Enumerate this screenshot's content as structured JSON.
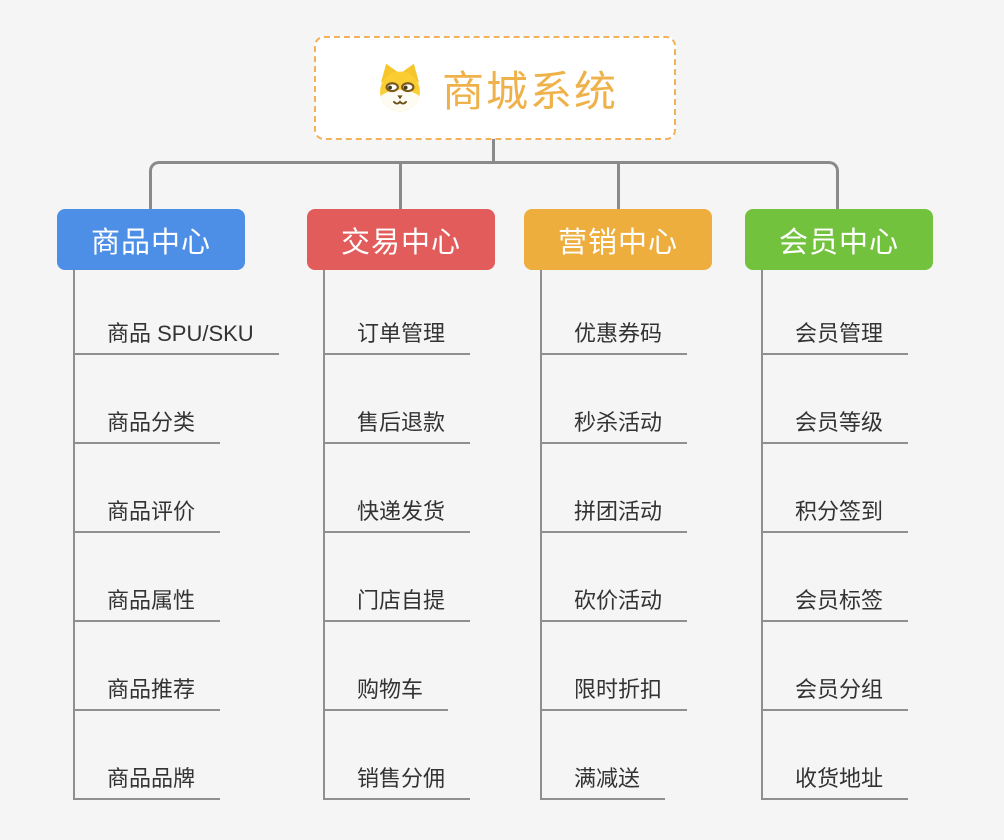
{
  "root": {
    "title": "商城系统",
    "icon": "dog-icon"
  },
  "branches": [
    {
      "key": "product-center",
      "label": "商品中心",
      "color": "#4D8FE6",
      "children": [
        "商品 SPU/SKU",
        "商品分类",
        "商品评价",
        "商品属性",
        "商品推荐",
        "商品品牌"
      ]
    },
    {
      "key": "trade-center",
      "label": "交易中心",
      "color": "#E25C5C",
      "children": [
        "订单管理",
        "售后退款",
        "快递发货",
        "门店自提",
        "购物车",
        "销售分佣"
      ]
    },
    {
      "key": "marketing-center",
      "label": "营销中心",
      "color": "#EDAE3D",
      "children": [
        "优惠券码",
        "秒杀活动",
        "拼团活动",
        "砍价活动",
        "限时折扣",
        "满减送"
      ]
    },
    {
      "key": "member-center",
      "label": "会员中心",
      "color": "#72C23E",
      "children": [
        "会员管理",
        "会员等级",
        "积分签到",
        "会员标签",
        "会员分组",
        "收货地址"
      ]
    }
  ],
  "style": {
    "background": "#F5F5F5",
    "line_color": "#8A8A8A",
    "root_text_color": "#EFB24A",
    "root_border_color": "#F2B25C",
    "child_text_color": "#333333"
  }
}
